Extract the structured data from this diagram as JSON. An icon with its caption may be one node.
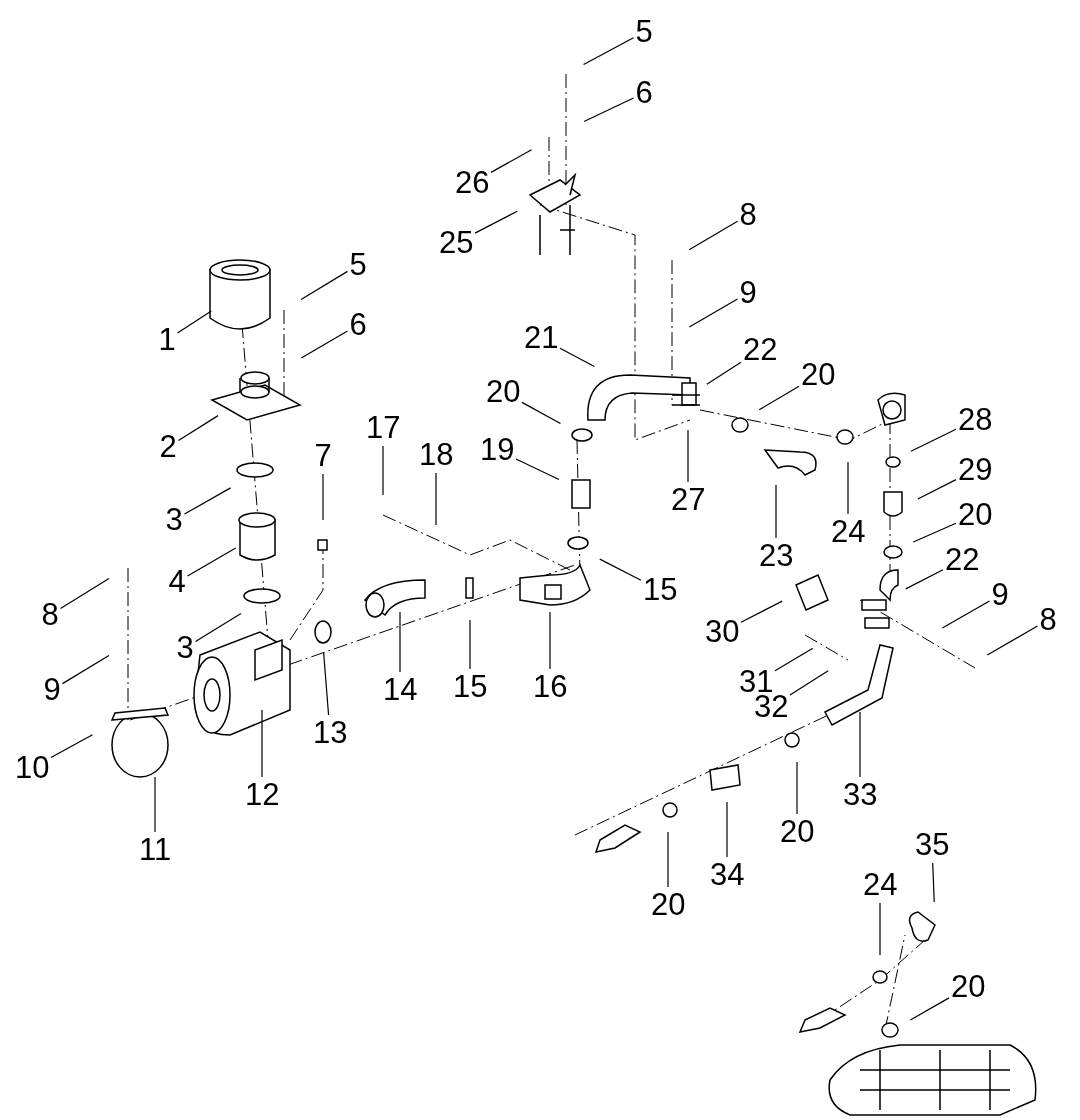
{
  "diagram": {
    "nodes": [
      {
        "text": [
          "5"
        ]
      },
      {
        "text": [
          "6"
        ]
      },
      {
        "text": [
          "26"
        ]
      },
      {
        "text": [
          "8"
        ]
      },
      {
        "text": [
          "25"
        ]
      },
      {
        "text": [
          "5"
        ]
      },
      {
        "text": [
          "9"
        ]
      },
      {
        "text": [
          "6"
        ]
      },
      {
        "text": [
          "1"
        ]
      },
      {
        "text": [
          "21"
        ]
      },
      {
        "text": [
          "22"
        ]
      },
      {
        "text": [
          "20"
        ]
      },
      {
        "text": [
          "20"
        ]
      },
      {
        "text": [
          "28"
        ]
      },
      {
        "text": [
          "17"
        ]
      },
      {
        "text": [
          "2"
        ]
      },
      {
        "text": [
          "19"
        ]
      },
      {
        "text": [
          "18"
        ]
      },
      {
        "text": [
          "7"
        ]
      },
      {
        "text": [
          "29"
        ]
      },
      {
        "text": [
          "27"
        ]
      },
      {
        "text": [
          "20"
        ]
      },
      {
        "text": [
          "3"
        ]
      },
      {
        "text": [
          "24"
        ]
      },
      {
        "text": [
          "23"
        ]
      },
      {
        "text": [
          "22"
        ]
      },
      {
        "text": [
          "4"
        ]
      },
      {
        "text": [
          "15"
        ]
      },
      {
        "text": [
          "9"
        ]
      },
      {
        "text": [
          "8"
        ]
      },
      {
        "text": [
          "8"
        ]
      },
      {
        "text": [
          "30"
        ]
      },
      {
        "text": [
          "3"
        ]
      },
      {
        "text": [
          "16"
        ]
      },
      {
        "text": [
          "15"
        ]
      },
      {
        "text": [
          "14"
        ]
      },
      {
        "text": [
          "9"
        ]
      },
      {
        "text": [
          "31"
        ]
      },
      {
        "text": [
          "32"
        ]
      },
      {
        "text": [
          "13"
        ]
      },
      {
        "text": [
          "10"
        ]
      },
      {
        "text": [
          "12"
        ]
      },
      {
        "text": [
          "33"
        ]
      },
      {
        "text": [
          "20"
        ]
      },
      {
        "text": [
          "35"
        ]
      },
      {
        "text": [
          "11"
        ]
      },
      {
        "text": [
          "34"
        ]
      },
      {
        "text": [
          "24"
        ]
      },
      {
        "text": [
          "20"
        ]
      },
      {
        "text": [
          "20"
        ]
      }
    ],
    "edges": [
      {
        "from": 0,
        "to": null,
        "arrow": "none"
      },
      {
        "from": 1,
        "to": null,
        "arrow": "none"
      },
      {
        "from": 2,
        "to": null,
        "arrow": "none"
      },
      {
        "from": 3,
        "to": null,
        "arrow": "none"
      },
      {
        "from": 4,
        "to": null,
        "arrow": "none"
      },
      {
        "from": 5,
        "to": null,
        "arrow": "none"
      },
      {
        "from": 6,
        "to": null,
        "arrow": "none"
      },
      {
        "from": 7,
        "to": null,
        "arrow": "none"
      },
      {
        "from": 8,
        "to": null,
        "arrow": "none"
      },
      {
        "from": 9,
        "to": null,
        "arrow": "none"
      },
      {
        "from": 10,
        "to": null,
        "arrow": "none"
      },
      {
        "from": 11,
        "to": null,
        "arrow": "none"
      },
      {
        "from": 12,
        "to": null,
        "arrow": "none"
      },
      {
        "from": 13,
        "to": null,
        "arrow": "none"
      },
      {
        "from": 14,
        "to": null,
        "arrow": "none"
      },
      {
        "from": 15,
        "to": null,
        "arrow": "none"
      },
      {
        "from": 16,
        "to": null,
        "arrow": "none"
      },
      {
        "from": 17,
        "to": null,
        "arrow": "none"
      },
      {
        "from": 18,
        "to": null,
        "arrow": "none"
      },
      {
        "from": 19,
        "to": null,
        "arrow": "none"
      },
      {
        "from": 20,
        "to": null,
        "arrow": "none"
      },
      {
        "from": 21,
        "to": null,
        "arrow": "none"
      },
      {
        "from": 22,
        "to": null,
        "arrow": "none"
      },
      {
        "from": 23,
        "to": null,
        "arrow": "none"
      },
      {
        "from": 24,
        "to": null,
        "arrow": "none"
      },
      {
        "from": 25,
        "to": null,
        "arrow": "none"
      },
      {
        "from": 26,
        "to": null,
        "arrow": "none"
      },
      {
        "from": 27,
        "to": null,
        "arrow": "none"
      },
      {
        "from": 28,
        "to": null,
        "arrow": "none"
      },
      {
        "from": 29,
        "to": null,
        "arrow": "none"
      },
      {
        "from": 30,
        "to": null,
        "arrow": "none"
      },
      {
        "from": 31,
        "to": null,
        "arrow": "none"
      },
      {
        "from": 32,
        "to": null,
        "arrow": "none"
      },
      {
        "from": 33,
        "to": null,
        "arrow": "none"
      },
      {
        "from": 34,
        "to": null,
        "arrow": "none"
      },
      {
        "from": 35,
        "to": null,
        "arrow": "none"
      },
      {
        "from": 36,
        "to": null,
        "arrow": "none"
      },
      {
        "from": 37,
        "to": null,
        "arrow": "none"
      },
      {
        "from": 38,
        "to": null,
        "arrow": "none"
      },
      {
        "from": 39,
        "to": null,
        "arrow": "none"
      },
      {
        "from": 40,
        "to": null,
        "arrow": "none"
      },
      {
        "from": 41,
        "to": null,
        "arrow": "none"
      },
      {
        "from": 42,
        "to": null,
        "arrow": "none"
      },
      {
        "from": 43,
        "to": null,
        "arrow": "none"
      },
      {
        "from": 44,
        "to": null,
        "arrow": "none"
      },
      {
        "from": 45,
        "to": null,
        "arrow": "none"
      },
      {
        "from": 46,
        "to": null,
        "arrow": "none"
      },
      {
        "from": 47,
        "to": null,
        "arrow": "none"
      },
      {
        "from": 48,
        "to": null,
        "arrow": "none"
      },
      {
        "from": 49,
        "to": null,
        "arrow": "none"
      }
    ]
  }
}
